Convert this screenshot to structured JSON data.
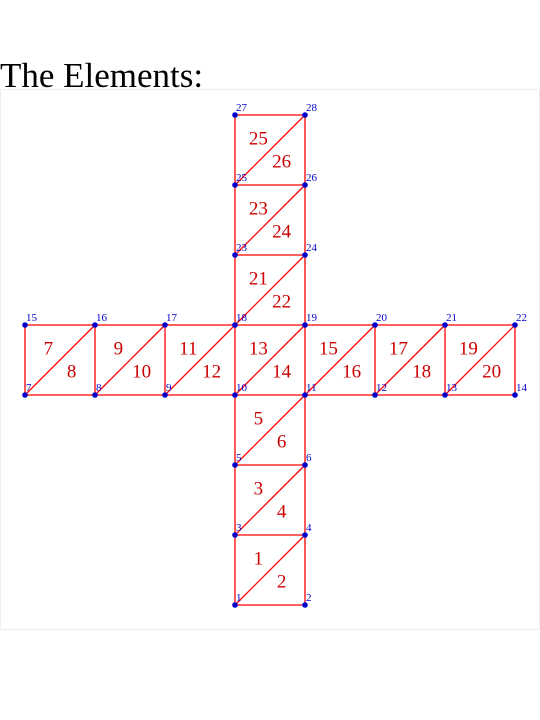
{
  "title": "The Elements:",
  "colors": {
    "edge": "#ff0000",
    "frame": "#eeeeee",
    "node": "#0000cc",
    "node_label": "#0000cc",
    "element_label": "#cc0000"
  },
  "nodes": [
    {
      "id": "1",
      "x": 0,
      "y": 0
    },
    {
      "id": "2",
      "x": 1,
      "y": 0
    },
    {
      "id": "3",
      "x": 0,
      "y": 1
    },
    {
      "id": "4",
      "x": 1,
      "y": 1
    },
    {
      "id": "5",
      "x": 0,
      "y": 2
    },
    {
      "id": "6",
      "x": 1,
      "y": 2
    },
    {
      "id": "7",
      "x": -3,
      "y": 3
    },
    {
      "id": "8",
      "x": -2,
      "y": 3
    },
    {
      "id": "9",
      "x": -1,
      "y": 3
    },
    {
      "id": "10",
      "x": 0,
      "y": 3
    },
    {
      "id": "11",
      "x": 1,
      "y": 3
    },
    {
      "id": "12",
      "x": 2,
      "y": 3
    },
    {
      "id": "13",
      "x": 3,
      "y": 3
    },
    {
      "id": "14",
      "x": 4,
      "y": 3
    },
    {
      "id": "15",
      "x": -3,
      "y": 4
    },
    {
      "id": "16",
      "x": -2,
      "y": 4
    },
    {
      "id": "17",
      "x": -1,
      "y": 4
    },
    {
      "id": "18",
      "x": 0,
      "y": 4
    },
    {
      "id": "19",
      "x": 1,
      "y": 4
    },
    {
      "id": "20",
      "x": 2,
      "y": 4
    },
    {
      "id": "21",
      "x": 3,
      "y": 4
    },
    {
      "id": "22",
      "x": 4,
      "y": 4
    },
    {
      "id": "23",
      "x": 0,
      "y": 5
    },
    {
      "id": "24",
      "x": 1,
      "y": 5
    },
    {
      "id": "25",
      "x": 0,
      "y": 6
    },
    {
      "id": "26",
      "x": 1,
      "y": 6
    },
    {
      "id": "27",
      "x": 0,
      "y": 7
    },
    {
      "id": "28",
      "x": 1,
      "y": 7
    }
  ],
  "elements": [
    {
      "id": "1",
      "nodes": [
        "1",
        "4",
        "3"
      ]
    },
    {
      "id": "2",
      "nodes": [
        "1",
        "2",
        "4"
      ]
    },
    {
      "id": "3",
      "nodes": [
        "3",
        "6",
        "5"
      ]
    },
    {
      "id": "4",
      "nodes": [
        "3",
        "4",
        "6"
      ]
    },
    {
      "id": "5",
      "nodes": [
        "5",
        "11",
        "10"
      ]
    },
    {
      "id": "6",
      "nodes": [
        "5",
        "6",
        "11"
      ]
    },
    {
      "id": "7",
      "nodes": [
        "7",
        "16",
        "15"
      ]
    },
    {
      "id": "8",
      "nodes": [
        "7",
        "8",
        "16"
      ]
    },
    {
      "id": "9",
      "nodes": [
        "8",
        "17",
        "16"
      ]
    },
    {
      "id": "10",
      "nodes": [
        "8",
        "9",
        "17"
      ]
    },
    {
      "id": "11",
      "nodes": [
        "9",
        "18",
        "17"
      ]
    },
    {
      "id": "12",
      "nodes": [
        "9",
        "10",
        "18"
      ]
    },
    {
      "id": "13",
      "nodes": [
        "10",
        "19",
        "18"
      ]
    },
    {
      "id": "14",
      "nodes": [
        "10",
        "11",
        "19"
      ]
    },
    {
      "id": "15",
      "nodes": [
        "11",
        "20",
        "19"
      ]
    },
    {
      "id": "16",
      "nodes": [
        "11",
        "12",
        "20"
      ]
    },
    {
      "id": "17",
      "nodes": [
        "12",
        "21",
        "20"
      ]
    },
    {
      "id": "18",
      "nodes": [
        "12",
        "13",
        "21"
      ]
    },
    {
      "id": "19",
      "nodes": [
        "13",
        "22",
        "21"
      ]
    },
    {
      "id": "20",
      "nodes": [
        "13",
        "14",
        "22"
      ]
    },
    {
      "id": "21",
      "nodes": [
        "18",
        "24",
        "23"
      ]
    },
    {
      "id": "22",
      "nodes": [
        "18",
        "19",
        "24"
      ]
    },
    {
      "id": "23",
      "nodes": [
        "23",
        "26",
        "25"
      ]
    },
    {
      "id": "24",
      "nodes": [
        "23",
        "24",
        "26"
      ]
    },
    {
      "id": "25",
      "nodes": [
        "25",
        "28",
        "27"
      ]
    },
    {
      "id": "26",
      "nodes": [
        "25",
        "26",
        "28"
      ]
    }
  ]
}
